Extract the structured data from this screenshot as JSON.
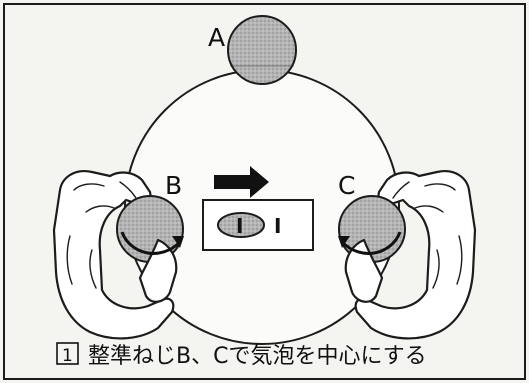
{
  "labels": {
    "a": "A",
    "b": "B",
    "c": "C",
    "bubble_mark_left": "I",
    "bubble_mark_right": "I"
  },
  "caption": {
    "number": "1",
    "text": "整準ねじB、Cで気泡を中心にする"
  },
  "colors": {
    "outline": "#1c1c1c",
    "screw_fill": "#a9a9a9",
    "background": "#f4f4f1"
  },
  "icons": {
    "direction_arrow": "right-arrow-icon",
    "rotation_arrows": "curved-arrow-icon"
  }
}
